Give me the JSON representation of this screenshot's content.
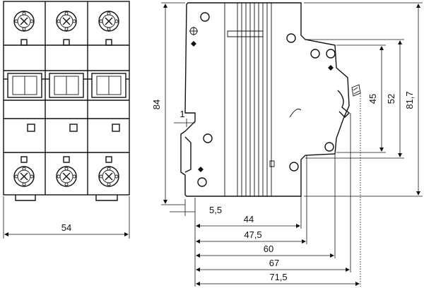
{
  "drawing": {
    "front_view": {
      "poles": 3,
      "width_label": "54"
    },
    "side_view": {
      "height_label": "84",
      "din_gap_label": "1",
      "din_offset_label": "5,5",
      "depth_labels": [
        "44",
        "47,5",
        "60",
        "67",
        "71,5"
      ],
      "right_height_labels": [
        "45",
        "52",
        "81,7"
      ]
    }
  }
}
